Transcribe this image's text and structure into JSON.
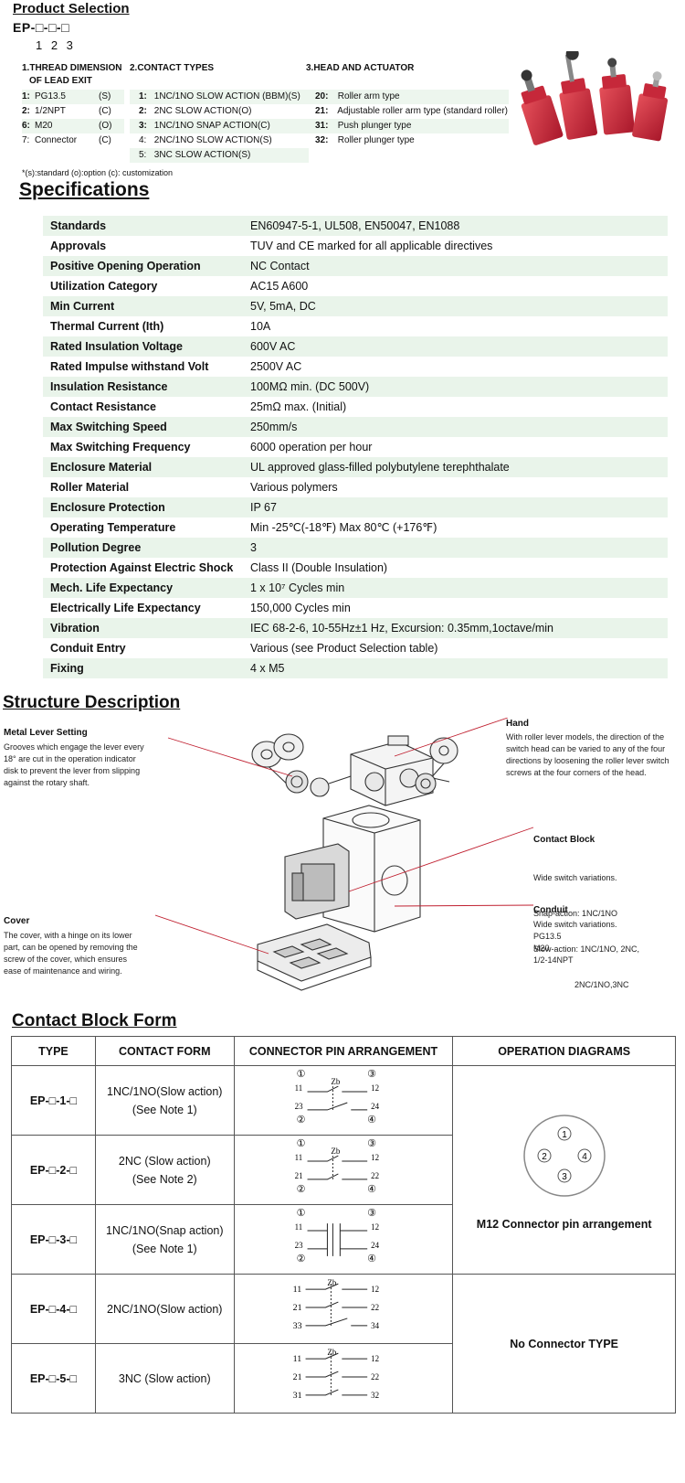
{
  "product_selection": {
    "title": "Product Selection",
    "code": "EP-□-□-□",
    "positions": "1 2 3",
    "thread": {
      "heading_line1": "1.THREAD DIMENSION",
      "heading_line2": "OF LEAD EXIT",
      "items": [
        {
          "key": "1:",
          "name": "PG13.5",
          "tag": "(S)"
        },
        {
          "key": "2:",
          "name": "1/2NPT",
          "tag": "(C)"
        },
        {
          "key": "6:",
          "name": "M20",
          "tag": "(O)"
        },
        {
          "key": "7:",
          "name": "Connector",
          "tag": "(C)"
        }
      ]
    },
    "contact": {
      "heading": "2.CONTACT TYPES",
      "items": [
        {
          "key": "1:",
          "name": "1NC/1NO SLOW ACTION (BBM)(S)"
        },
        {
          "key": "2:",
          "name": "2NC SLOW ACTION(O)"
        },
        {
          "key": "3:",
          "name": "1NC/1NO SNAP ACTION(C)"
        },
        {
          "key": "4:",
          "name": "2NC/1NO SLOW ACTION(S)"
        },
        {
          "key": "5:",
          "name": "3NC SLOW ACTION(S)"
        }
      ]
    },
    "head": {
      "heading": "3.HEAD AND ACTUATOR",
      "items": [
        {
          "key": "20:",
          "name": "Roller arm type"
        },
        {
          "key": "21:",
          "name": "Adjustable roller arm type (standard roller)"
        },
        {
          "key": "31:",
          "name": "Push plunger type"
        },
        {
          "key": "32:",
          "name": "Roller plunger type"
        }
      ]
    },
    "footnote": "*(s):standard (o):option (c): customization"
  },
  "specifications": {
    "title": "Specifications",
    "rows": [
      {
        "label": "Standards",
        "value": "EN60947-5-1, UL508, EN50047, EN1088"
      },
      {
        "label": "Approvals",
        "value": "TUV and CE marked for all applicable directives"
      },
      {
        "label": "Positive Opening Operation",
        "value": "NC Contact"
      },
      {
        "label": "Utilization Category",
        "value": "AC15  A600"
      },
      {
        "label": "Min Current",
        "value": "5V, 5mA, DC"
      },
      {
        "label": "Thermal Current (Ith)",
        "value": "10A"
      },
      {
        "label": "Rated Insulation Voltage",
        "value": "600V AC"
      },
      {
        "label": "Rated Impulse withstand Volt",
        "value": "2500V AC"
      },
      {
        "label": "Insulation Resistance",
        "value": "100MΩ min. (DC 500V)"
      },
      {
        "label": "Contact Resistance",
        "value": "25mΩ max. (Initial)"
      },
      {
        "label": "Max Switching Speed",
        "value": "250mm/s"
      },
      {
        "label": "Max Switching Frequency",
        "value": "6000 operation per hour"
      },
      {
        "label": "Enclosure Material",
        "value": "UL approved glass-filled polybutylene terephthalate"
      },
      {
        "label": "Roller Material",
        "value": "Various polymers"
      },
      {
        "label": "Enclosure Protection",
        "value": "IP 67"
      },
      {
        "label": "Operating Temperature",
        "value": "Min -25℃(-18℉) Max 80℃ (+176℉)"
      },
      {
        "label": "Pollution Degree",
        "value": "3"
      },
      {
        "label": "Protection Against Electric Shock",
        "value": "Class II (Double Insulation)"
      },
      {
        "label": "Mech. Life Expectancy",
        "value": "1 x 10⁷ Cycles min"
      },
      {
        "label": "Electrically Life Expectancy",
        "value": "150,000 Cycles min"
      },
      {
        "label": "Vibration",
        "value": "IEC 68-2-6, 10-55Hz±1 Hz, Excursion: 0.35mm,1octave/min"
      },
      {
        "label": "Conduit Entry",
        "value": "Various (see Product Selection table)"
      },
      {
        "label": "Fixing",
        "value": "4 x M5"
      }
    ]
  },
  "structure": {
    "title": "Structure Description",
    "metal_lever": {
      "title": "Metal Lever Setting",
      "text": [
        "Grooves which engage the lever every",
        "18°  are cut in the operation indicator",
        "disk to prevent the lever from slipping",
        "against the rotary shaft."
      ]
    },
    "hand": {
      "title": "Hand",
      "text": [
        "With roller lever models, the direction of the",
        "switch head can be varied to any of the four",
        "directions by loosening the roller lever switch",
        "screws at the four corners of the head."
      ]
    },
    "contact_block": {
      "title": "Contact Block",
      "text": [
        "Wide switch variations.",
        "Snap-action: 1NC/1NO",
        "Slow-action: 1NC/1NO, 2NC,",
        "                  2NC/1NO,3NC"
      ]
    },
    "conduit": {
      "title": "Conduit",
      "text": [
        "Wide switch variations.",
        "PG13.5",
        "M20",
        "1/2-14NPT"
      ]
    },
    "cover": {
      "title": "Cover",
      "text": [
        "The cover, with a hinge on its lower",
        "part, can be opened by removing the",
        "screw of the cover, which ensures",
        "ease of maintenance and wiring."
      ]
    }
  },
  "contact_block_form": {
    "title": "Contact Block Form",
    "headers": [
      "TYPE",
      "CONTACT FORM",
      "CONNECTOR PIN ARRANGEMENT",
      "OPERATION DIAGRAMS"
    ],
    "rows": [
      {
        "type": "EP-□-1-□",
        "form1": "1NC/1NO(Slow action)",
        "form2": "(See Note 1)"
      },
      {
        "type": "EP-□-2-□",
        "form1": "2NC (Slow action)",
        "form2": "(See Note 2)"
      },
      {
        "type": "EP-□-3-□",
        "form1": "1NC/1NO(Snap action)",
        "form2": "(See Note 1)"
      },
      {
        "type": "EP-□-4-□",
        "form1": "2NC/1NO(Slow action)",
        "form2": ""
      },
      {
        "type": "EP-□-5-□",
        "form1": "3NC (Slow action)",
        "form2": ""
      }
    ],
    "m12_label": "M12 Connector pin arrangement",
    "no_connector_label": "No Connector TYPE",
    "pins": {
      "wiring_top": [
        "①",
        "③"
      ],
      "wiring_bottom": [
        "②",
        "④"
      ],
      "zb": "Zb",
      "t11": "11",
      "t12": "12",
      "t21": "21",
      "t22": "22",
      "t23": "23",
      "t24": "24",
      "t31": "31",
      "t32": "32",
      "t33": "33",
      "t34": "34",
      "m12": [
        "1",
        "2",
        "3",
        "4"
      ]
    }
  }
}
